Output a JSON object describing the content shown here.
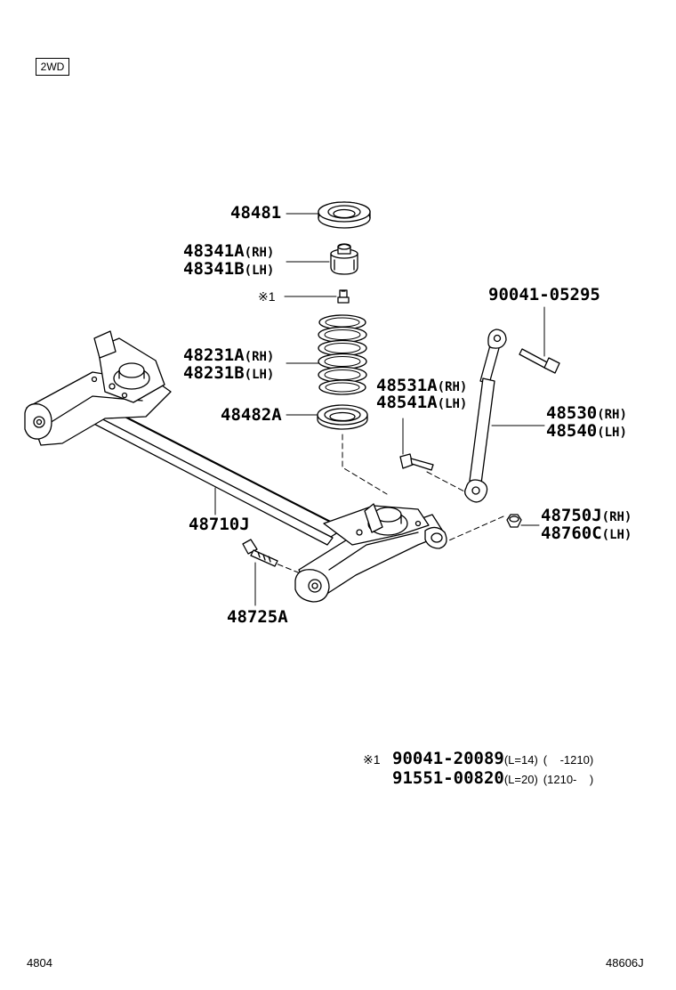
{
  "badge": "2WD",
  "parts": {
    "p48481": "48481",
    "p48341a": "48341A",
    "p48341b": "48341B",
    "mark1": "※1",
    "p90041_05295": "90041-05295",
    "p48231a": "48231A",
    "p48231b": "48231B",
    "p48531a": "48531A",
    "p48541a": "48541A",
    "p48530": "48530",
    "p48540": "48540",
    "p48482a": "48482A",
    "p48710j": "48710J",
    "p48750j": "48750J",
    "p48760c": "48760C",
    "p48725a": "48725A"
  },
  "side": {
    "rh": "(RH)",
    "lh": "(LH)"
  },
  "footnote": {
    "mark": "※1",
    "row1": {
      "part": "90041-20089",
      "length": "(L=14)",
      "range": "(    -1210)"
    },
    "row2": {
      "part": "91551-00820",
      "length": "(L=20)",
      "range": "(1210-    )"
    }
  },
  "footer": {
    "left": "4804",
    "right": "48606J"
  }
}
